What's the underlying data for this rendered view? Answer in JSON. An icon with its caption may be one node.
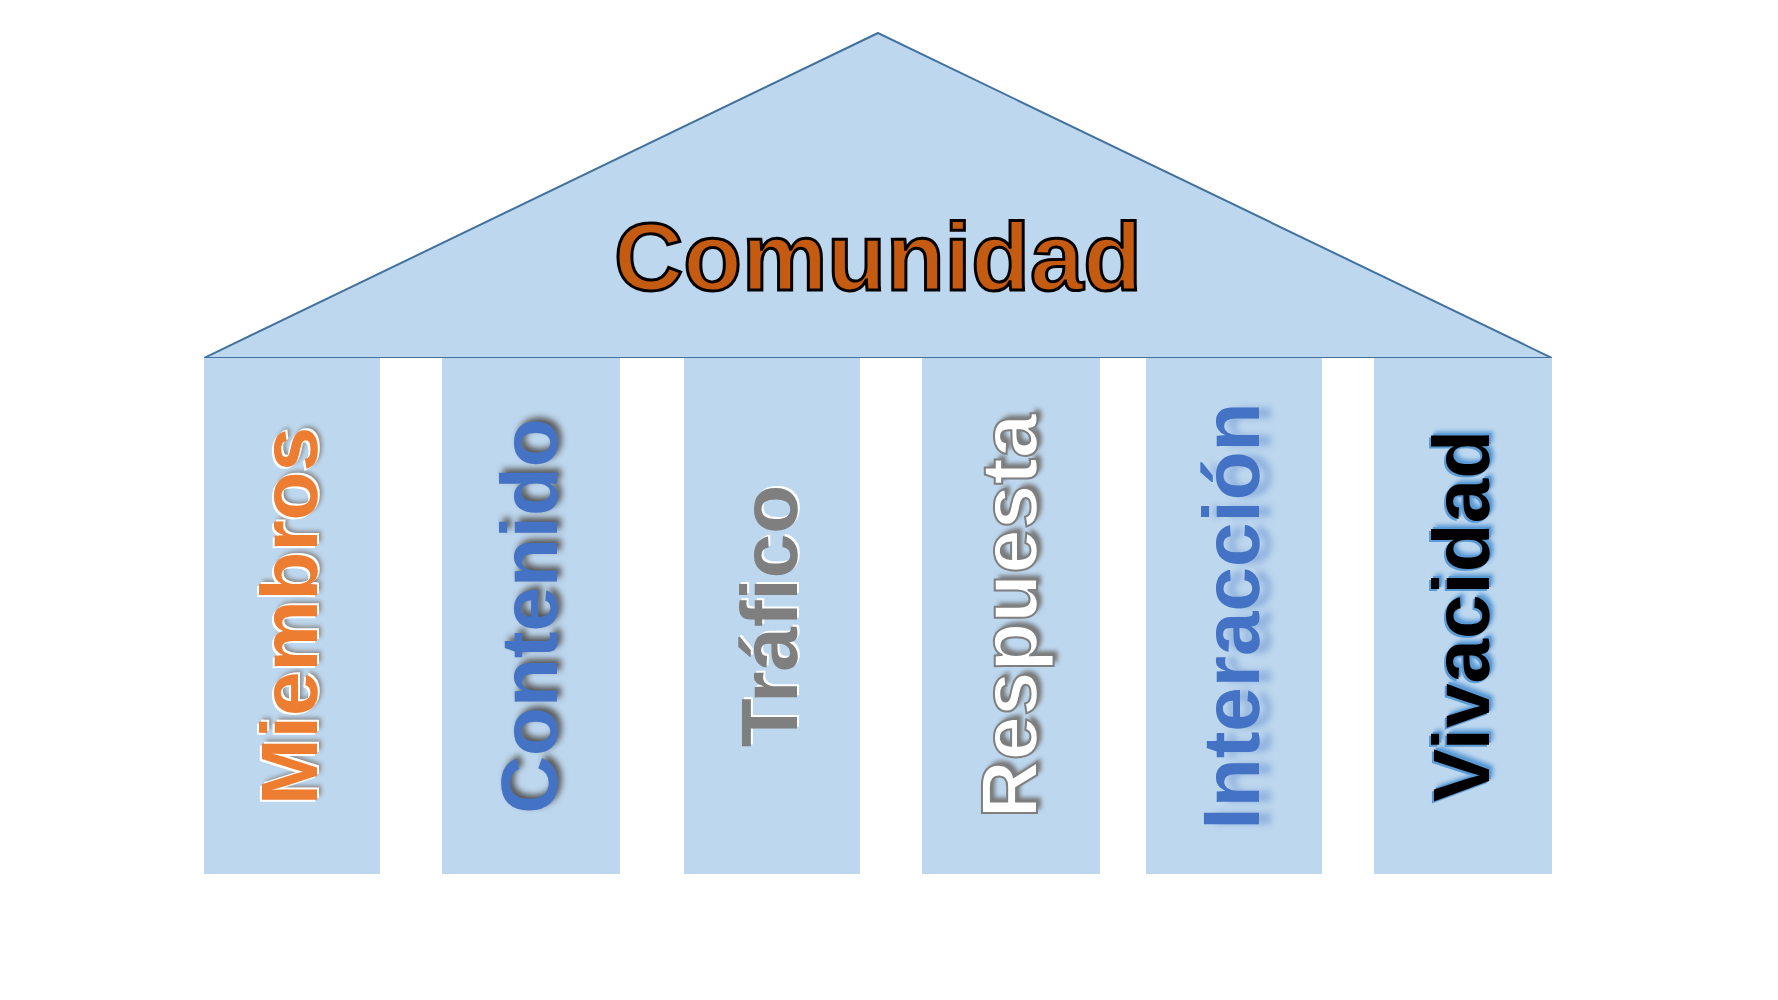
{
  "diagram": {
    "nodes": [
      {
        "text": [
          "Comunidad"
        ]
      },
      {
        "text": [
          "Miembros"
        ]
      },
      {
        "text": [
          "Contenido"
        ]
      },
      {
        "text": [
          "Tráfico"
        ]
      },
      {
        "text": [
          "Respuesta"
        ]
      },
      {
        "text": [
          "Interacción"
        ]
      },
      {
        "text": [
          "Vivacidad"
        ]
      }
    ]
  }
}
